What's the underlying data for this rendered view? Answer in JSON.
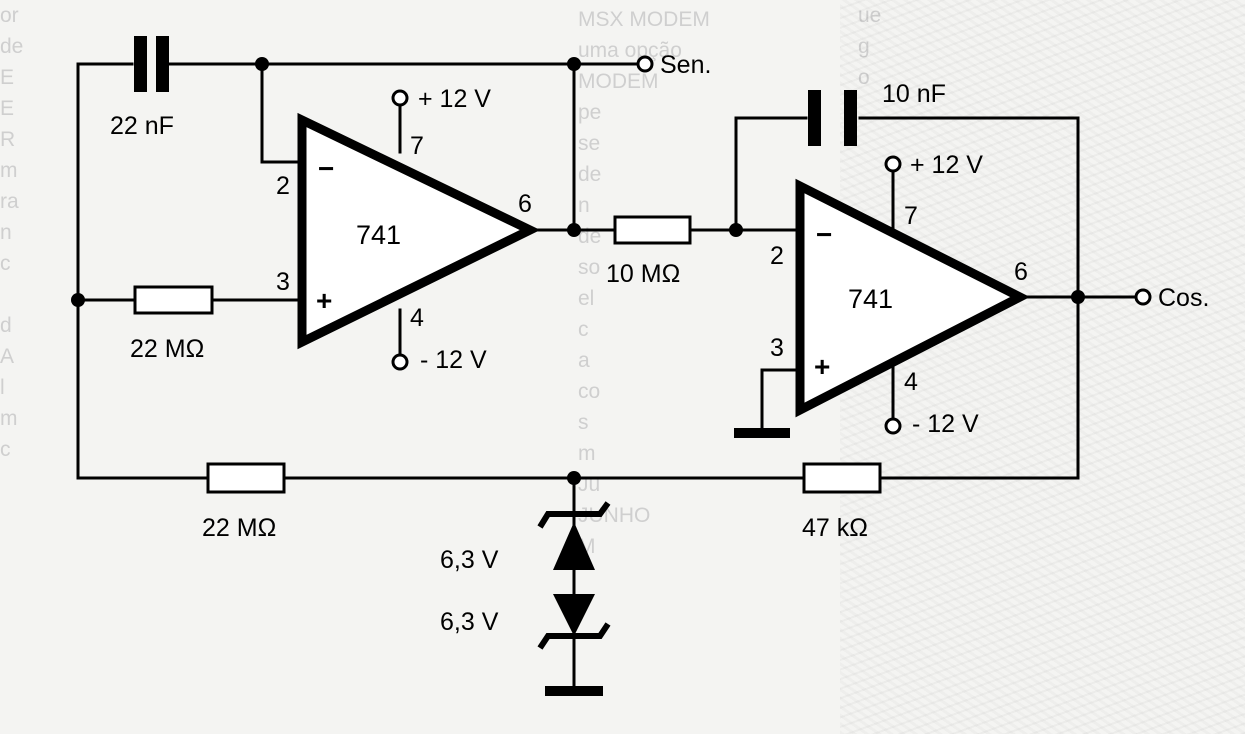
{
  "background_text": {
    "left": [
      "or",
      "de",
      "E",
      "E",
      "R",
      "m",
      "ra",
      "n",
      "c",
      "",
      "d",
      "A",
      "l",
      "m",
      "c"
    ],
    "middle": [
      "MSX MODEM",
      "uma opção",
      "MODEM",
      "pe",
      "se",
      "de",
      "n",
      "de",
      "so",
      "el",
      "c",
      "a",
      "co",
      "s",
      "m",
      "Ju",
      "JUNHO",
      "M"
    ],
    "right": [
      "ue",
      "g",
      "o",
      ""
    ]
  },
  "circuit": {
    "capacitor_1": "22 nF",
    "capacitor_2": "10 nF",
    "resistor_input": "22 MΩ",
    "resistor_feedback": "22 MΩ",
    "resistor_coupling": "10 MΩ",
    "resistor_right": "47 kΩ",
    "zener_top": "6,3 V",
    "zener_bottom": "6,3 V",
    "output_sen": "Sen.",
    "output_cos": "Cos.",
    "opamp_1": {
      "chip": "741",
      "supply_pos": "+ 12 V",
      "supply_neg": "- 12 V",
      "pin_inv": "2",
      "pin_noninv": "3",
      "pin_out": "6",
      "pin_vpos": "7",
      "pin_vneg": "4",
      "sign_inv": "−",
      "sign_noninv": "+"
    },
    "opamp_2": {
      "chip": "741",
      "supply_pos": "+ 12 V",
      "supply_neg": "- 12 V",
      "pin_inv": "2",
      "pin_noninv": "3",
      "pin_out": "6",
      "pin_vpos": "7",
      "pin_vneg": "4",
      "sign_inv": "−",
      "sign_noninv": "+"
    }
  }
}
